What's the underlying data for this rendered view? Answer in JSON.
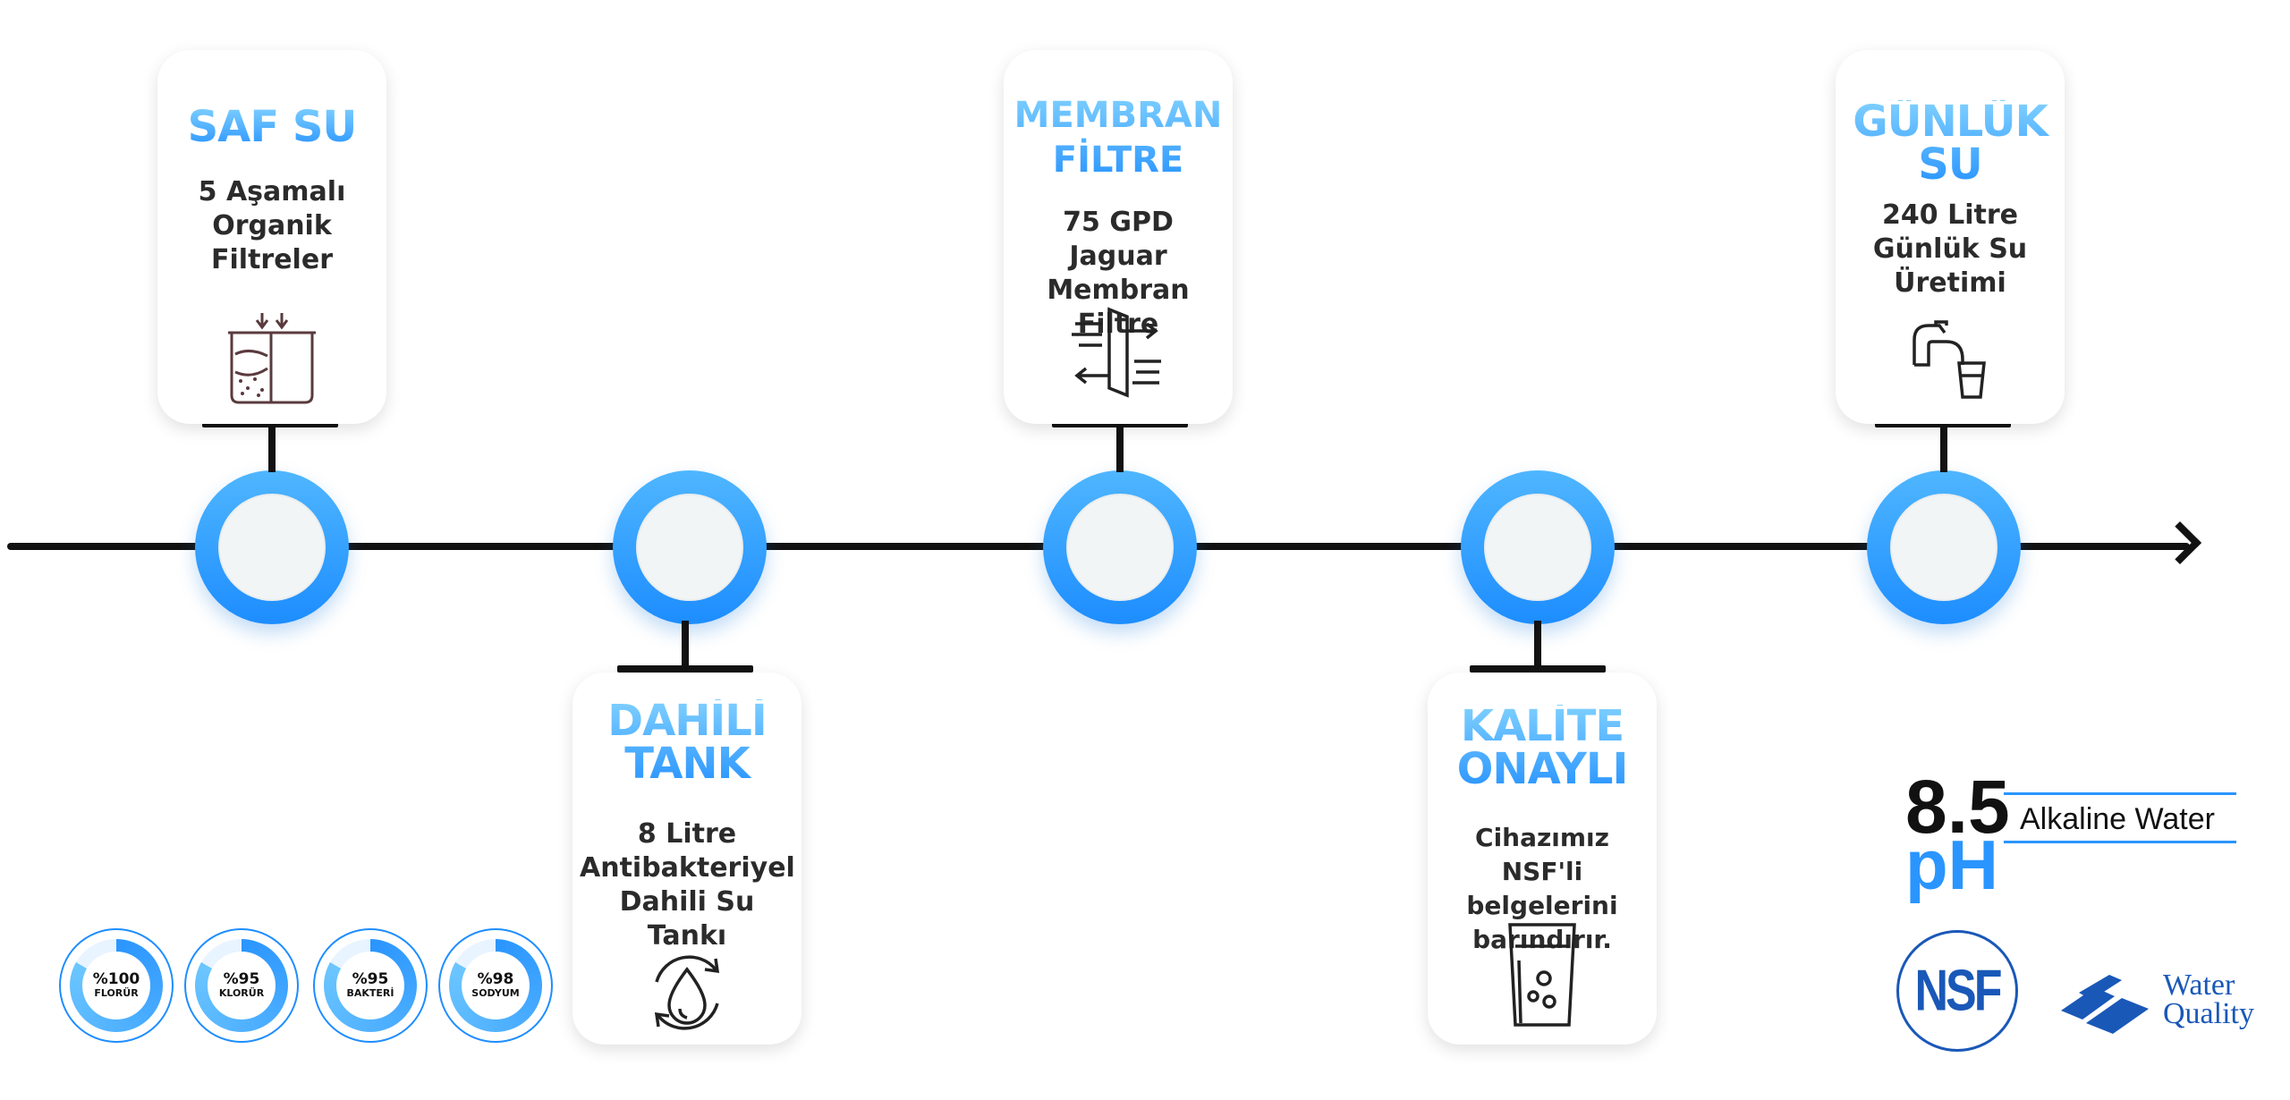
{
  "steps": [
    {
      "title": "SAF SU",
      "text": "5 Aşamalı\nOrganik\nFiltreler",
      "icon": "filter-beaker-icon"
    },
    {
      "title": "DAHİLİ\nTANK",
      "text": "8 Litre\nAntibakteriyel\nDahili Su Tankı",
      "icon": "water-drop-cycle-icon"
    },
    {
      "title": "MEMBRAN\nFİLTRE",
      "text": "75 GPD Jaguar\nMembran Filtre",
      "icon": "membrane-arrows-icon"
    },
    {
      "title": "KALİTE\nONAYLI",
      "text": "Cihazımız NSF'li\nbelgelerini\nbarındırır.",
      "icon": "water-glass-icon"
    },
    {
      "title": "GÜNLÜK\nSU",
      "text": "240 Litre\nGünlük Su\nÜretimi",
      "icon": "faucet-glass-icon"
    }
  ],
  "badges": [
    {
      "value": "%100",
      "label": "FLORÜR"
    },
    {
      "value": "%95",
      "label": "KLORÜR"
    },
    {
      "value": "%95",
      "label": "BAKTERİ"
    },
    {
      "value": "%98",
      "label": "SODYUM"
    }
  ],
  "ph": {
    "number": "8.5",
    "unit": "pH",
    "label": "Alkaline Water"
  },
  "logos": {
    "nsf": "NSF",
    "wqa_line1": "Water",
    "wqa_line2": "Quality"
  },
  "colors": {
    "accent": "#2a95ff",
    "line": "#121212",
    "text": "#2b2b2b",
    "logo_blue": "#1a58b8"
  }
}
